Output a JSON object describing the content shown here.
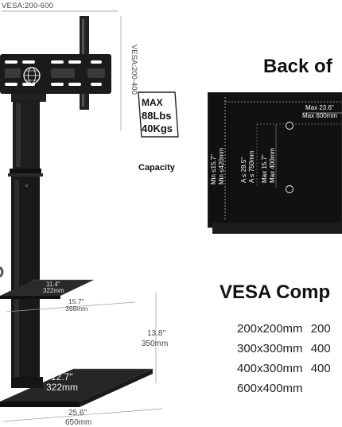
{
  "stand": {
    "vesa_top": "VESA:200-600",
    "vesa_side": "VESA:200-400",
    "capacity": {
      "line1": "MAX",
      "line2": "88Lbs",
      "line3": "40Kgs",
      "label": "Capacity"
    },
    "shelf": {
      "inch": "11.4\"",
      "mm": "322mm"
    },
    "shelf_width": {
      "inch": "15.7\"",
      "mm": "398mm"
    },
    "height": {
      "inch": "13.8\"",
      "mm": "350mm"
    },
    "base_depth": {
      "inch": "12.7\"",
      "mm": "322mm"
    },
    "base_width": {
      "inch": "25.6\"",
      "mm": "650mm"
    }
  },
  "back": {
    "heading": "Back of",
    "max_width": {
      "inch": "Max 23.6\"",
      "mm": "Max 600mm"
    },
    "min_height": {
      "inch": "Min ≤15.7\"",
      "mm": "Min ≤420mm"
    },
    "a_range": {
      "inch": "A ≤ 29.5\"",
      "mm": "A ≤ 750mm"
    },
    "max_height": {
      "inch": "Max 15.7\"",
      "mm": "Max 400mm"
    }
  },
  "compat": {
    "heading": "VESA Comp",
    "rows": [
      {
        "c1": "200x200mm",
        "c2": "200"
      },
      {
        "c1": "300x300mm",
        "c2": "400"
      },
      {
        "c1": "400x300mm",
        "c2": "400"
      },
      {
        "c1": "600x400mm",
        "c2": ""
      }
    ]
  }
}
